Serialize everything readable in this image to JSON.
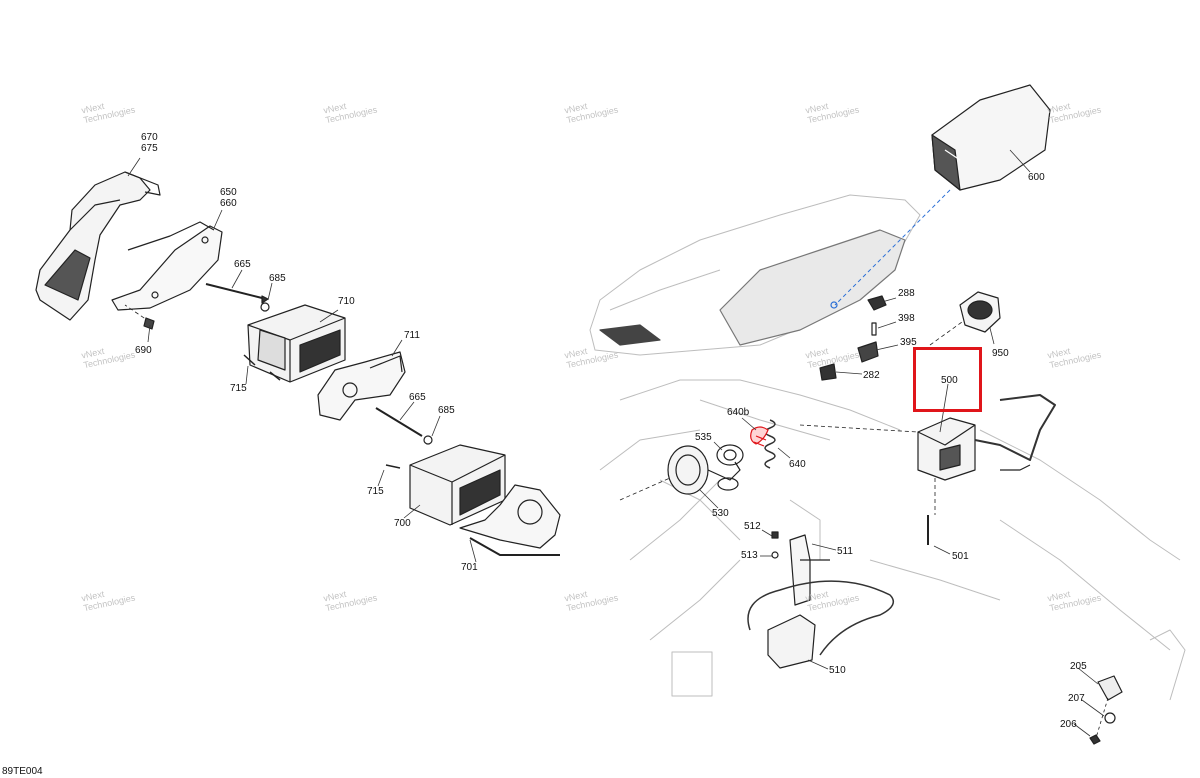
{
  "diagram": {
    "document_code": "89TE004",
    "highlight_color": "#e0151a",
    "watermark": {
      "line1": "vNext",
      "line2": "Technologies"
    },
    "callouts": {
      "c670": "670",
      "c675": "675",
      "c650": "650",
      "c660": "660",
      "c665a": "665",
      "c685a": "685",
      "c690": "690",
      "c710": "710",
      "c711": "711",
      "c715a": "715",
      "c665b": "665",
      "c685b": "685",
      "c715b": "715",
      "c700": "700",
      "c701": "701",
      "c600": "600",
      "c288": "288",
      "c398": "398",
      "c395": "395",
      "c282": "282",
      "c950": "950",
      "c500": "500",
      "c640b": "640b",
      "c535": "535",
      "c640": "640",
      "c530": "530",
      "c501": "501",
      "c512": "512",
      "c511": "511",
      "c513": "513",
      "c510": "510",
      "c205": "205",
      "c207": "207",
      "c206": "206"
    }
  }
}
